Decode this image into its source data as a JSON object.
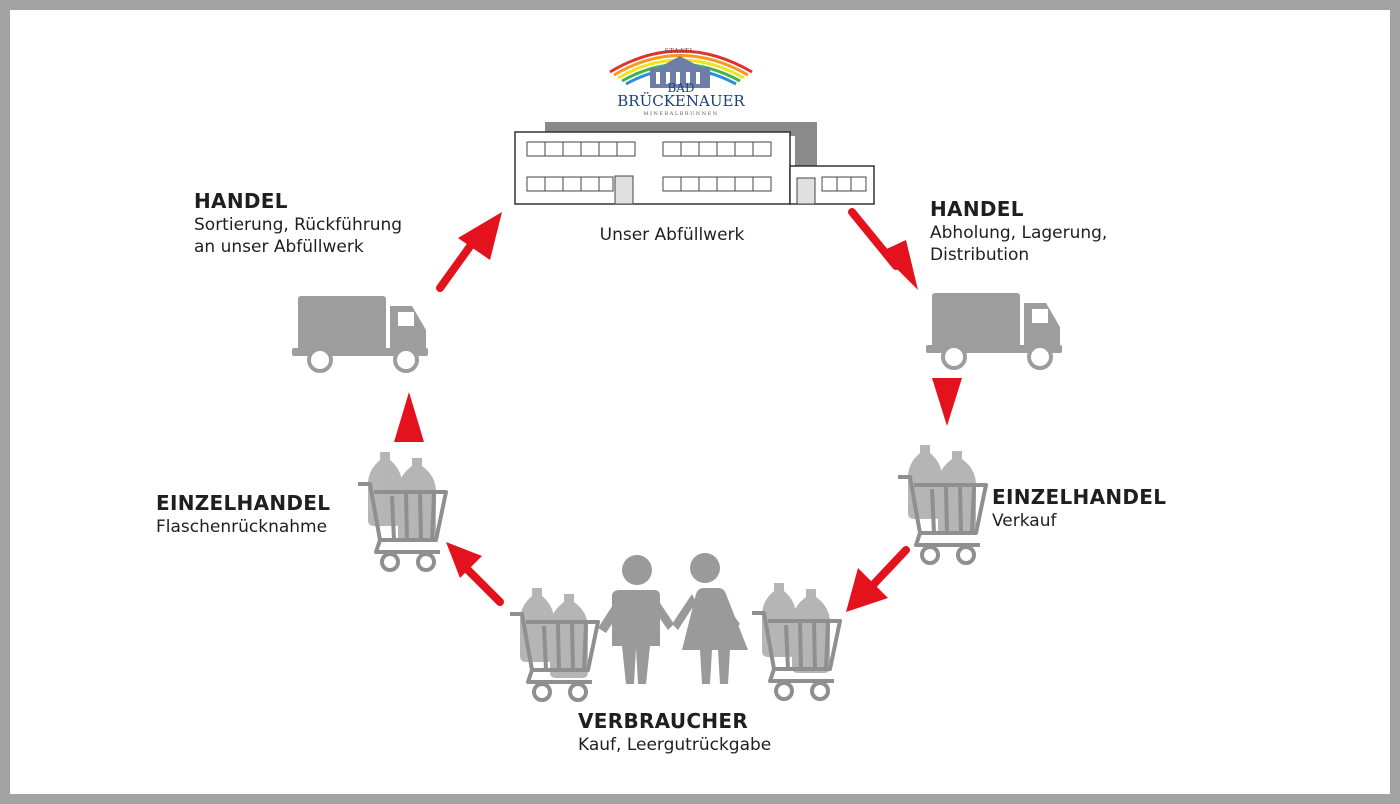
{
  "logo": {
    "top_text": "STAATL.",
    "line1": "BAD",
    "line2": "BRÜCKENAUER",
    "bottom_text": "MINERALBRUNNEN",
    "rainbow_colors": [
      "#e2312b",
      "#f39a1f",
      "#f4e21a",
      "#3fb54b",
      "#2a8fd8",
      "#4750b0"
    ]
  },
  "factory": {
    "caption": "Unser Abfüllwerk"
  },
  "stages": {
    "handel_left": {
      "title": "HANDEL",
      "desc_line1": "Sortierung, Rückführung",
      "desc_line2": "an unser Abfüllwerk"
    },
    "handel_right": {
      "title": "HANDEL",
      "desc_line1": "Abholung, Lagerung,",
      "desc_line2": "Distribution"
    },
    "einzelhandel_left": {
      "title": "EINZELHANDEL",
      "desc_line1": "Flaschenrücknahme",
      "desc_line2": ""
    },
    "einzelhandel_right": {
      "title": "EINZELHANDEL",
      "desc_line1": "Verkauf",
      "desc_line2": ""
    },
    "verbraucher": {
      "title": "VERBRAUCHER",
      "desc_line1": "Kauf, Leergutrückgabe",
      "desc_line2": ""
    }
  },
  "colors": {
    "arrow": "#e3121c",
    "icon_gray": "#9d9d9d",
    "text": "#1f1f1f",
    "frame": "#a3a3a3"
  }
}
